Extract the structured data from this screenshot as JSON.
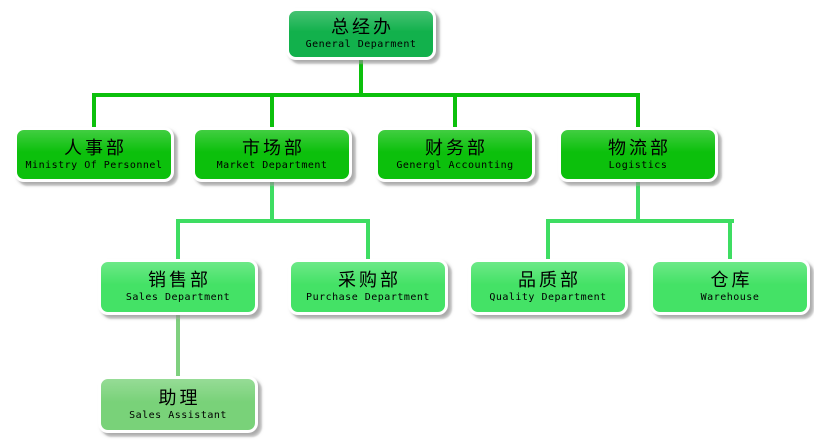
{
  "org": {
    "background": "#ffffff",
    "text_color": "#000000",
    "connector_colors": {
      "level1": "#0cc00c",
      "level2": "#3edd62",
      "level3": "#7fd07f"
    },
    "nodes": [
      {
        "id": "general-department",
        "title": "总经办",
        "subtitle": "General Deparment",
        "fill": "#12b14c"
      },
      {
        "id": "ministry-of-personnel",
        "title": "人事部",
        "subtitle": "Ministry Of Personnel",
        "fill": "#0cc00c"
      },
      {
        "id": "market-department",
        "title": "市场部",
        "subtitle": "Market Department",
        "fill": "#0cc00c"
      },
      {
        "id": "general-accounting",
        "title": "财务部",
        "subtitle": "Genergl Accounting",
        "fill": "#0cc00c"
      },
      {
        "id": "logistics",
        "title": "物流部",
        "subtitle": "Logistics",
        "fill": "#0cc00c"
      },
      {
        "id": "sales-department",
        "title": "销售部",
        "subtitle": "Sales Department",
        "fill": "#44e266"
      },
      {
        "id": "purchase-department",
        "title": "采购部",
        "subtitle": "Purchase Department",
        "fill": "#44e266"
      },
      {
        "id": "quality-department",
        "title": "品质部",
        "subtitle": "Quality Department",
        "fill": "#44e266"
      },
      {
        "id": "warehouse",
        "title": "仓库",
        "subtitle": "Warehouse",
        "fill": "#44e266"
      },
      {
        "id": "sales-assistant",
        "title": "助理",
        "subtitle": "Sales Assistant",
        "fill": "#79d279"
      }
    ]
  }
}
